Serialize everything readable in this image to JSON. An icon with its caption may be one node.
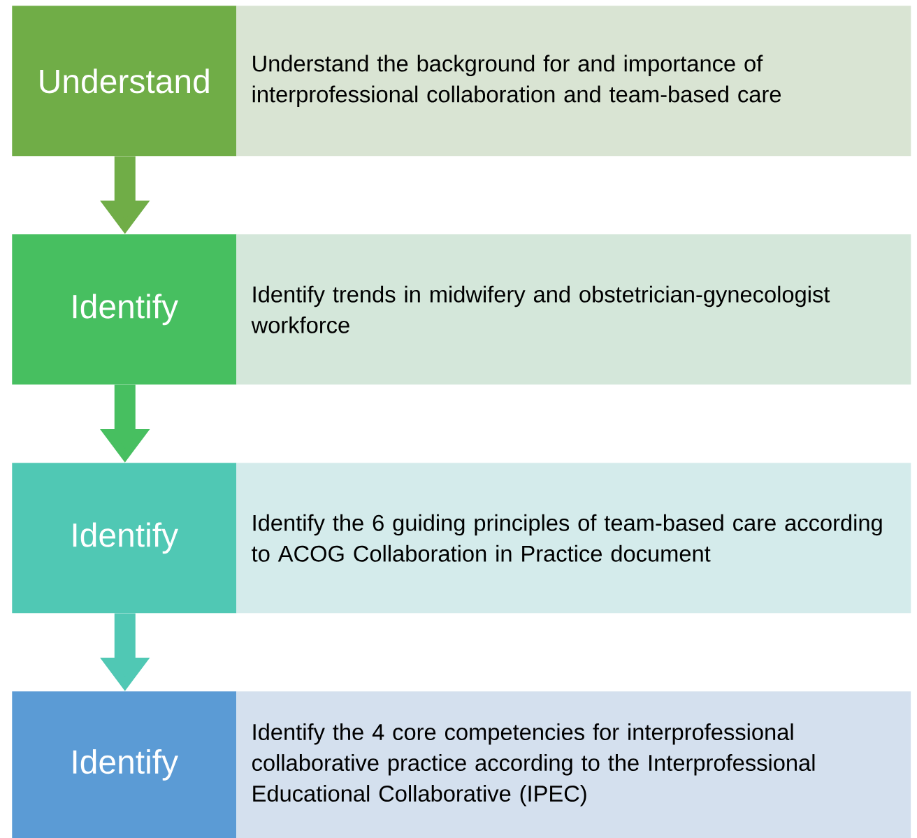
{
  "diagram": {
    "nodes": [
      {
        "text": [
          "Understand"
        ]
      },
      {
        "text": [
          "Understand the background for and importance of interprofessional collaboration and team-based care"
        ]
      },
      {
        "text": [
          "Identify"
        ]
      },
      {
        "text": [
          "Identify trends in midwifery and obstetrician-gynecologist workforce"
        ]
      },
      {
        "text": [
          "Identify"
        ]
      },
      {
        "text": [
          "Identify the 6 guiding principles of team-based care according to ACOG Collaboration in Practice document"
        ]
      },
      {
        "text": [
          "Identify"
        ]
      },
      {
        "text": [
          "Identify the 4 core competencies for interprofessional collaborative practice according to the Interprofessional Educational Collaborative (IPEC)"
        ]
      }
    ],
    "edges": [
      {
        "from": 0,
        "to": 2,
        "arrow": "to",
        "color": "#70ad47"
      },
      {
        "from": 2,
        "to": 4,
        "arrow": "to",
        "color": "#47bf60"
      },
      {
        "from": 4,
        "to": 6,
        "arrow": "to",
        "color": "#50c8b4"
      }
    ]
  }
}
